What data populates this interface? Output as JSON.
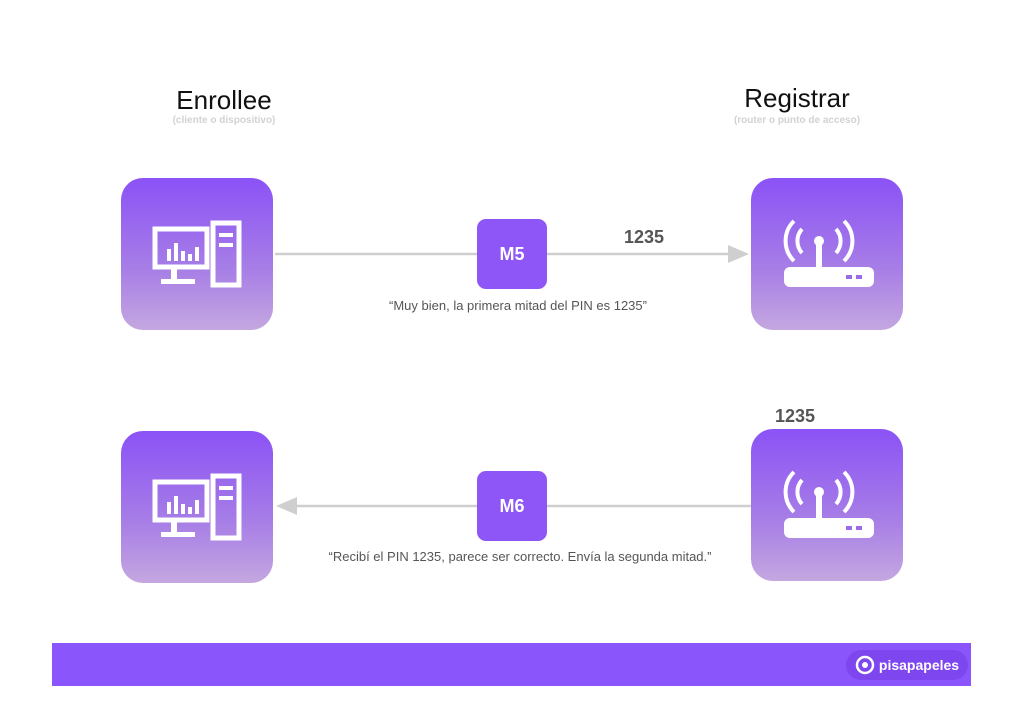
{
  "header": {
    "left_title": "Enrollee",
    "left_subtitle": "(cliente o dispositivo)",
    "right_title": "Registrar",
    "right_subtitle": "(router o punto de acceso)"
  },
  "exchanges": [
    {
      "message": "M5",
      "pin": "1235",
      "quote": "“Muy bien, la primera mitad del PIN es 1235”",
      "direction": "enrollee-to-registrar"
    },
    {
      "message": "M6",
      "pin": "1235",
      "quote": "“Recibí el PIN 1235, parece ser correcto. Envía la segunda mitad.”",
      "direction": "registrar-to-enrollee"
    }
  ],
  "icons": {
    "enrollee": "desktop-computer-icon",
    "registrar": "wifi-router-icon"
  },
  "colors": {
    "accent": "#8a55fb",
    "arrow": "#cfcfcf"
  },
  "footer": {
    "logo": "pisapapeles"
  }
}
